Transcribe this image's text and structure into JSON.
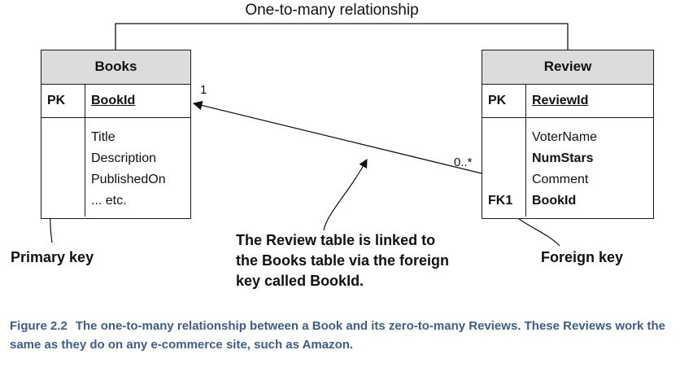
{
  "relationship": {
    "title": "One-to-many relationship",
    "one_side": "1",
    "many_side": "0..*"
  },
  "entities": {
    "books": {
      "name": "Books",
      "pk_label": "PK",
      "pk_field": "BookId",
      "fields": [
        "Title",
        "Description",
        "PublishedOn",
        "... etc."
      ]
    },
    "review": {
      "name": "Review",
      "pk_label": "PK",
      "pk_field": "ReviewId",
      "fields": [
        "VoterName",
        "NumStars",
        "Comment",
        "BookId"
      ],
      "fk_label": "FK1"
    }
  },
  "annotations": {
    "primary_key": "Primary key",
    "foreign_key": "Foreign key",
    "link_note": "The Review table is linked to the Books table via the foreign key called BookId."
  },
  "caption": {
    "figure_number": "Figure 2.2",
    "text": "The one-to-many relationship between a Book and its zero-to-many Reviews. These Reviews work the same as they do on any e-commerce site, such as Amazon."
  },
  "colors": {
    "header_fill": "#dcdcdc",
    "caption_text": "#3d5d8f"
  }
}
